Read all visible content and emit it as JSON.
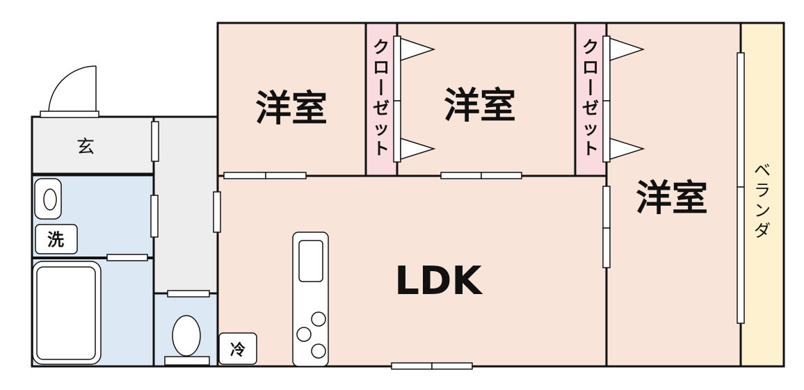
{
  "rooms": {
    "western_room_1": "洋室",
    "western_room_2": "洋室",
    "western_room_3": "洋室",
    "ldk": "LDK",
    "entrance": "玄",
    "washroom": "洗",
    "refrigerator": "冷"
  },
  "closets": {
    "closet_1": [
      "ク",
      "ロ",
      "ー",
      "ゼ",
      "ッ",
      "ト"
    ],
    "closet_2": [
      "ク",
      "ロ",
      "ー",
      "ゼ",
      "ッ",
      "ト"
    ]
  },
  "veranda": [
    "ベ",
    "ラ",
    "ン",
    "ダ"
  ],
  "colors": {
    "wall": "#111111",
    "living_floor": "#f9e4d9",
    "wet_floor": "#dde8f5",
    "hall_floor": "#ededed",
    "entrance_floor": "#efefef",
    "closet_fill": "#f9dbe0",
    "veranda_fill": "#fdf1cf"
  }
}
